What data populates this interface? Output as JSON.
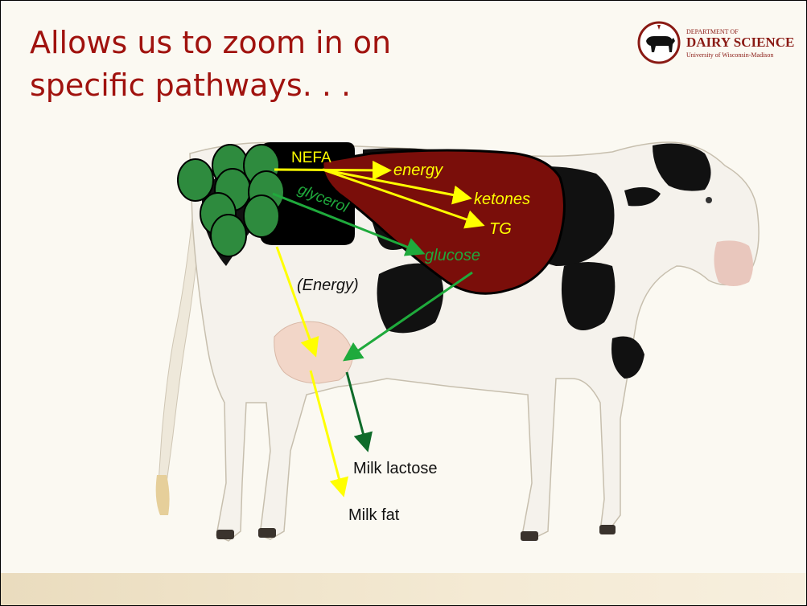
{
  "title": {
    "line1": "Allows us to zoom in on",
    "line2": "specific pathways. . ."
  },
  "logo": {
    "line1": "DEPARTMENT OF",
    "line2": "DAIRY SCIENCE",
    "line3": "University of Wisconsin-Madison",
    "icon": "cow-silhouette-icon"
  },
  "diagram": {
    "nefa": "NEFA",
    "glycerol": "glycerol",
    "energy": "energy",
    "ketones": "ketones",
    "tg": "TG",
    "glucose": "glucose",
    "energy_paren": "(Energy)",
    "milk_lactose": "Milk lactose",
    "milk_fat": "Milk fat"
  },
  "colors": {
    "title": "#a0120e",
    "fat_cells": "#2e8b3e",
    "liver": "#7a0e0a",
    "yellow_arrow": "#ffff00",
    "green_arrow": "#1faa3c",
    "dark_green_arrow": "#0f6b2a"
  }
}
